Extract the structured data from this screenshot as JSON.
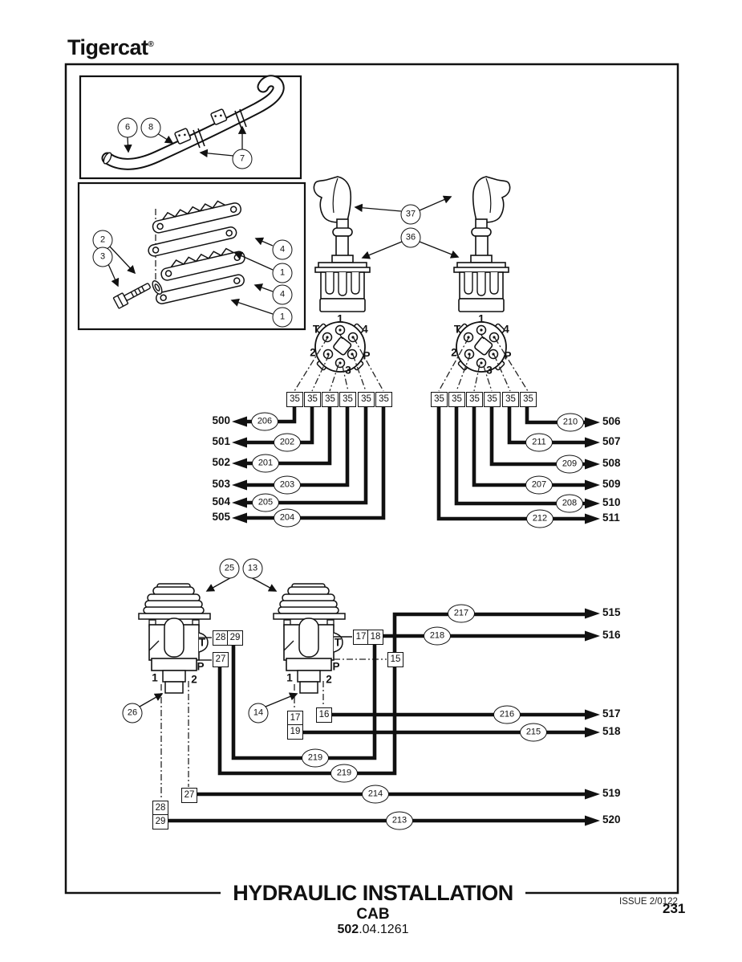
{
  "brand": {
    "name": "Tigercat",
    "reg": "®"
  },
  "titles": {
    "main": "HYDRAULIC INSTALLATION",
    "sub": "CAB",
    "code_bold": "502",
    "code_rest": ".04.1261"
  },
  "footer": {
    "issue": "ISSUE 2/0122",
    "page": "231"
  },
  "callouts": {
    "hose": [
      "6",
      "8",
      "7"
    ],
    "clamp": [
      "2",
      "3"
    ],
    "plates": [
      "4",
      "1",
      "4",
      "1"
    ],
    "joystick_handles": "37",
    "joystick_bases": "36",
    "pedal_left": "25",
    "pedal_right": "13",
    "pedal_left_fitting": "26",
    "pedal_right_fitting": "14"
  },
  "connector": {
    "ports": [
      "1",
      "T",
      "4",
      "2",
      "P",
      "3"
    ],
    "fitting_box": "35"
  },
  "pedal": {
    "t": "T",
    "p": "P",
    "port1": "1",
    "port2": "2",
    "left_t_boxes": [
      "28",
      "29"
    ],
    "left_p_box": "27",
    "right_t_boxes": [
      "17",
      "18"
    ],
    "right_p_box": "15",
    "right_port1_boxes": [
      "17",
      "19"
    ],
    "right_port2_box": "16",
    "bottom_p_box": "27",
    "bottom_boxes": [
      "28",
      "29"
    ]
  },
  "lines": {
    "left": [
      {
        "id": "500",
        "hose": "206"
      },
      {
        "id": "501",
        "hose": "202"
      },
      {
        "id": "502",
        "hose": "201"
      },
      {
        "id": "503",
        "hose": "203"
      },
      {
        "id": "504",
        "hose": "205"
      },
      {
        "id": "505",
        "hose": "204"
      }
    ],
    "right": [
      {
        "id": "506",
        "hose": "210"
      },
      {
        "id": "507",
        "hose": "211"
      },
      {
        "id": "508",
        "hose": "209"
      },
      {
        "id": "509",
        "hose": "207"
      },
      {
        "id": "510",
        "hose": "208"
      },
      {
        "id": "511",
        "hose": "212"
      }
    ],
    "bottom": [
      {
        "id": "515",
        "hose": "217"
      },
      {
        "id": "516",
        "hose": "218"
      },
      {
        "id": "517",
        "hose": "216"
      },
      {
        "id": "518",
        "hose": "215"
      },
      {
        "id": "519",
        "hose": "214"
      },
      {
        "id": "520",
        "hose": "213"
      }
    ],
    "u_hoses": [
      "219",
      "219"
    ]
  }
}
